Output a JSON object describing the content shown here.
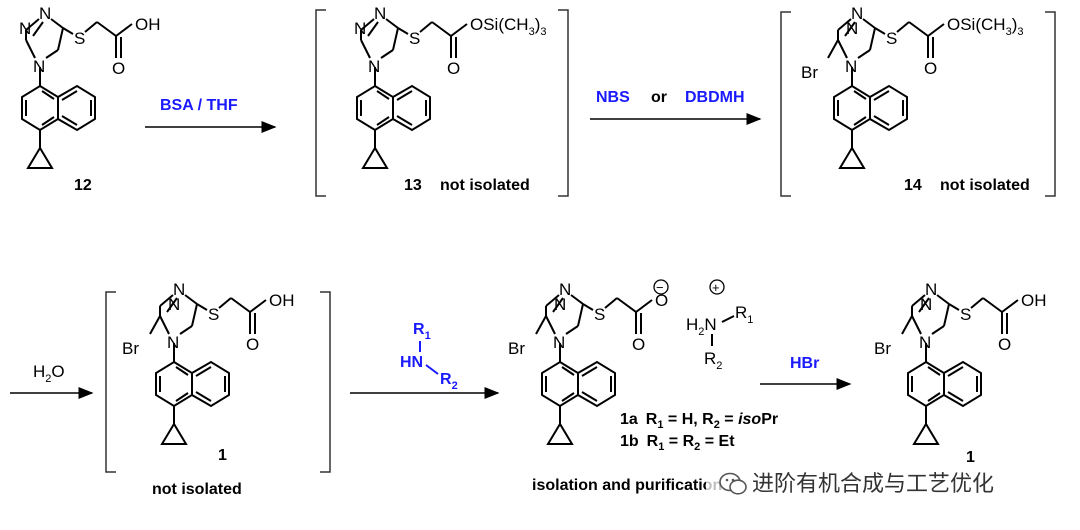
{
  "atoms": {
    "N": "N",
    "S": "S",
    "O": "O",
    "OH": "OH",
    "Br": "Br",
    "H": "H",
    "OSi": "OSi(CH",
    "OSi_3": "3",
    "OSi_close": ")",
    "R": "R",
    "one": "1",
    "two": "2",
    "plus": "+",
    "minus": "−"
  },
  "compounds": {
    "c12": "12",
    "c13": "13",
    "c14": "14",
    "c1": "1",
    "not_isolated": "not isolated",
    "isolation": "isolation and purification"
  },
  "reagents": {
    "bsa_thf": "BSA  /  THF",
    "nbs": "NBS",
    "or": "or",
    "dbdmh": "DBDMH",
    "h2o_h": "H",
    "h2o_2": "2",
    "h2o_o": "O",
    "amine_hn": "HN",
    "hbr": "HBr"
  },
  "amine_salts": {
    "line_1a": [
      "1a",
      "R",
      "1",
      " = H, R",
      "2",
      " = ",
      "iso",
      "Pr"
    ],
    "line_1b": [
      "1b",
      "R",
      "1",
      " = R",
      "2",
      " = Et"
    ]
  },
  "watermark": {
    "text": "进阶有机合成与工艺优化",
    "icon": "wechat-icon"
  },
  "colors": {
    "bond": "#000000",
    "reagent": "#1a1aff",
    "bracket": "#333333"
  }
}
